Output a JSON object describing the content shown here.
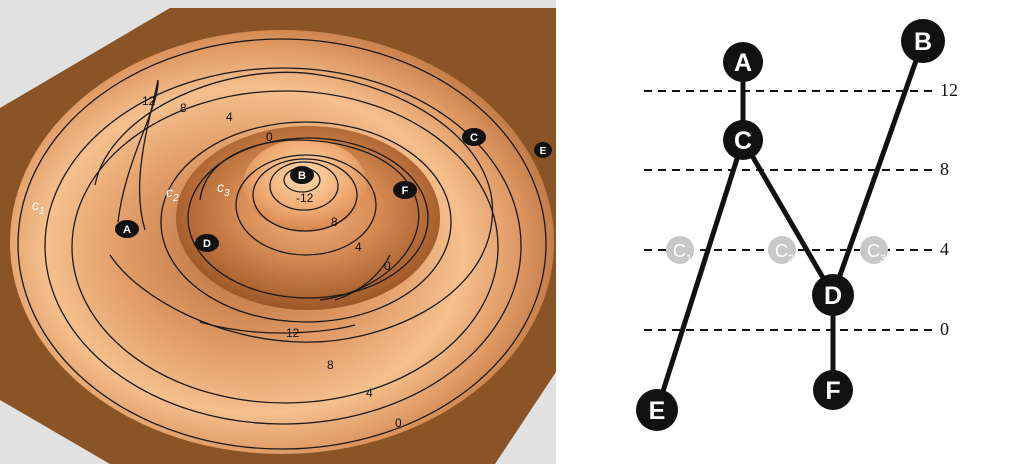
{
  "terrain": {
    "contour_labels": [
      "12",
      "8",
      "4",
      "0",
      "-12",
      "8",
      "4",
      "0",
      "12",
      "8",
      "4",
      "0"
    ],
    "points": {
      "A": "A",
      "B": "B",
      "C": "C",
      "D": "D",
      "E": "E",
      "F": "F"
    },
    "components": {
      "c1": {
        "base": "c",
        "sub": "1"
      },
      "c2": {
        "base": "c",
        "sub": "2"
      },
      "c3": {
        "base": "c",
        "sub": "3"
      }
    }
  },
  "tree": {
    "levels": [
      "12",
      "8",
      "4",
      "0"
    ],
    "nodes": {
      "A": "A",
      "B": "B",
      "C": "C",
      "D": "D",
      "E": "E",
      "F": "F"
    },
    "components": {
      "C1": {
        "base": "C",
        "sub": "1"
      },
      "C2": {
        "base": "C",
        "sub": "2"
      },
      "C3": {
        "base": "C",
        "sub": "3"
      }
    }
  }
}
